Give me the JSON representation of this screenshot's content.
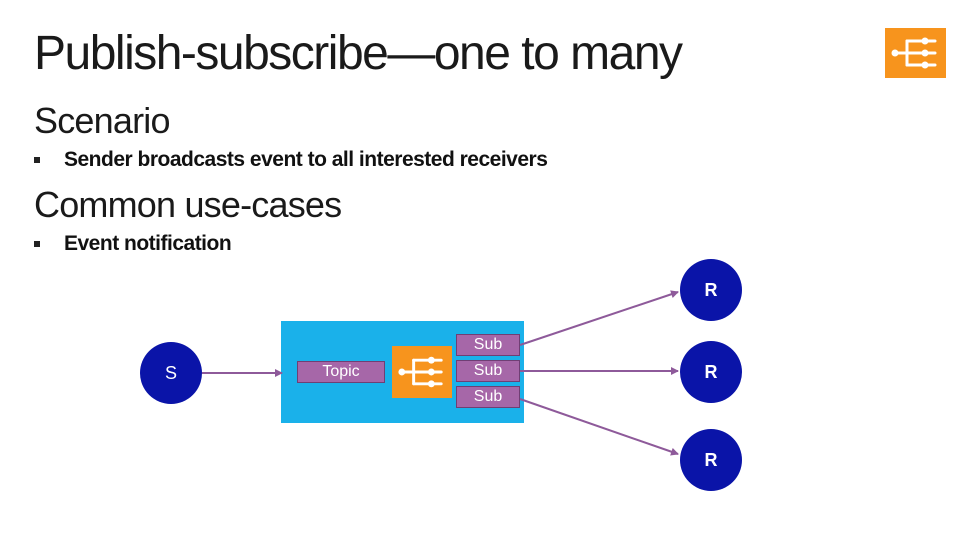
{
  "slide": {
    "title": "Publish-subscribe—one to many",
    "sections": [
      {
        "heading": "Scenario",
        "bullets": [
          "Sender broadcasts event to all interested receivers"
        ]
      },
      {
        "heading": "Common use-cases",
        "bullets": [
          "Event notification"
        ]
      }
    ]
  },
  "diagram": {
    "sender_label": "S",
    "topic_label": "Topic",
    "subscriptions": [
      "Sub",
      "Sub",
      "Sub"
    ],
    "receivers": [
      "R",
      "R",
      "R"
    ],
    "colors": {
      "panel": "#1ab1ea",
      "node": "#0a14a8",
      "box": "#a667a8",
      "icon": "#f7941d",
      "arrow": "#8e5a9a"
    },
    "icons": [
      "topic-icon",
      "topic-icon"
    ]
  }
}
